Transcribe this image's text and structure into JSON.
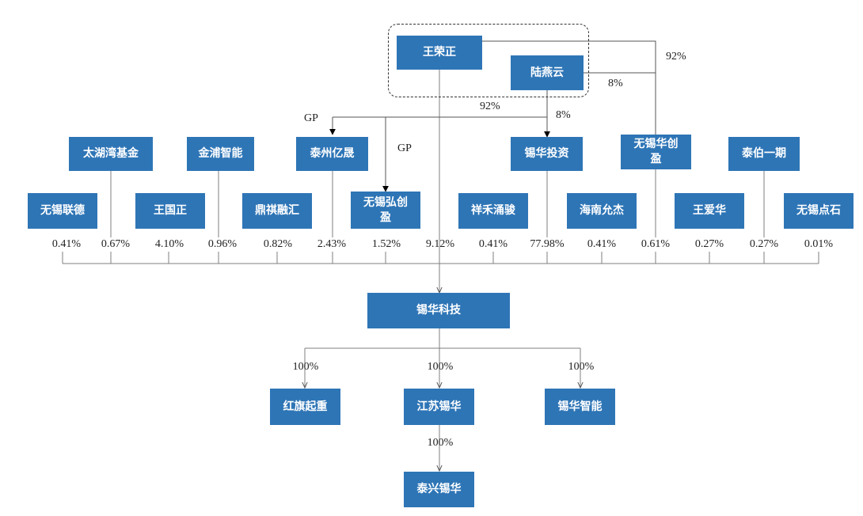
{
  "controllers": {
    "wang_rongzheng": "王荣正",
    "lu_yanyun": "陆燕云"
  },
  "top_entities": {
    "taihuwan": "太湖湾基金",
    "jinpu": "金浦智能",
    "taizhou_yisheng": "泰州亿晟",
    "xihua_investment": "锡华投资",
    "wuxi_xihua_chuang": "无锡华创\n盈",
    "taibo": "泰伯一期"
  },
  "second_row": {
    "wuxi_liande": "无锡联德",
    "wang_guozheng": "王国正",
    "dingqi": "鼎祺融汇",
    "wuxi_hongchuang": "无锡弘创\n盈",
    "xianghe": "祥禾涌骏",
    "hainan": "海南允杰",
    "wang_aihua": "王爱华",
    "wuxi_dianshi": "无锡点石"
  },
  "percentages": {
    "p1": "0.41%",
    "p2": "0.67%",
    "p3": "4.10%",
    "p4": "0.96%",
    "p5": "0.82%",
    "p6": "2.43%",
    "p7": "1.52%",
    "p8": "9.12%",
    "p9": "0.41%",
    "p10": "77.98%",
    "p11": "0.41%",
    "p12": "0.61%",
    "p13": "0.27%",
    "p14": "0.27%",
    "p15": "0.01%"
  },
  "top_links": {
    "pct_92_right": "92%",
    "pct_8_right": "8%",
    "pct_92_mid": "92%",
    "pct_8_mid": "8%",
    "gp_1": "GP",
    "gp_2": "GP"
  },
  "company": {
    "name": "锡华科技"
  },
  "subsidiaries": {
    "hongqi": "红旗起重",
    "jiangsu": "江苏锡华",
    "xihua_smart": "锡华智能",
    "taixing": "泰兴锡华",
    "pct_hongqi": "100%",
    "pct_jiangsu": "100%",
    "pct_smart": "100%",
    "pct_taixing": "100%"
  },
  "colors": {
    "box_fill": "#2e75b6",
    "box_text": "#ffffff",
    "line": "#7f7f7f",
    "frame": "#333333"
  }
}
